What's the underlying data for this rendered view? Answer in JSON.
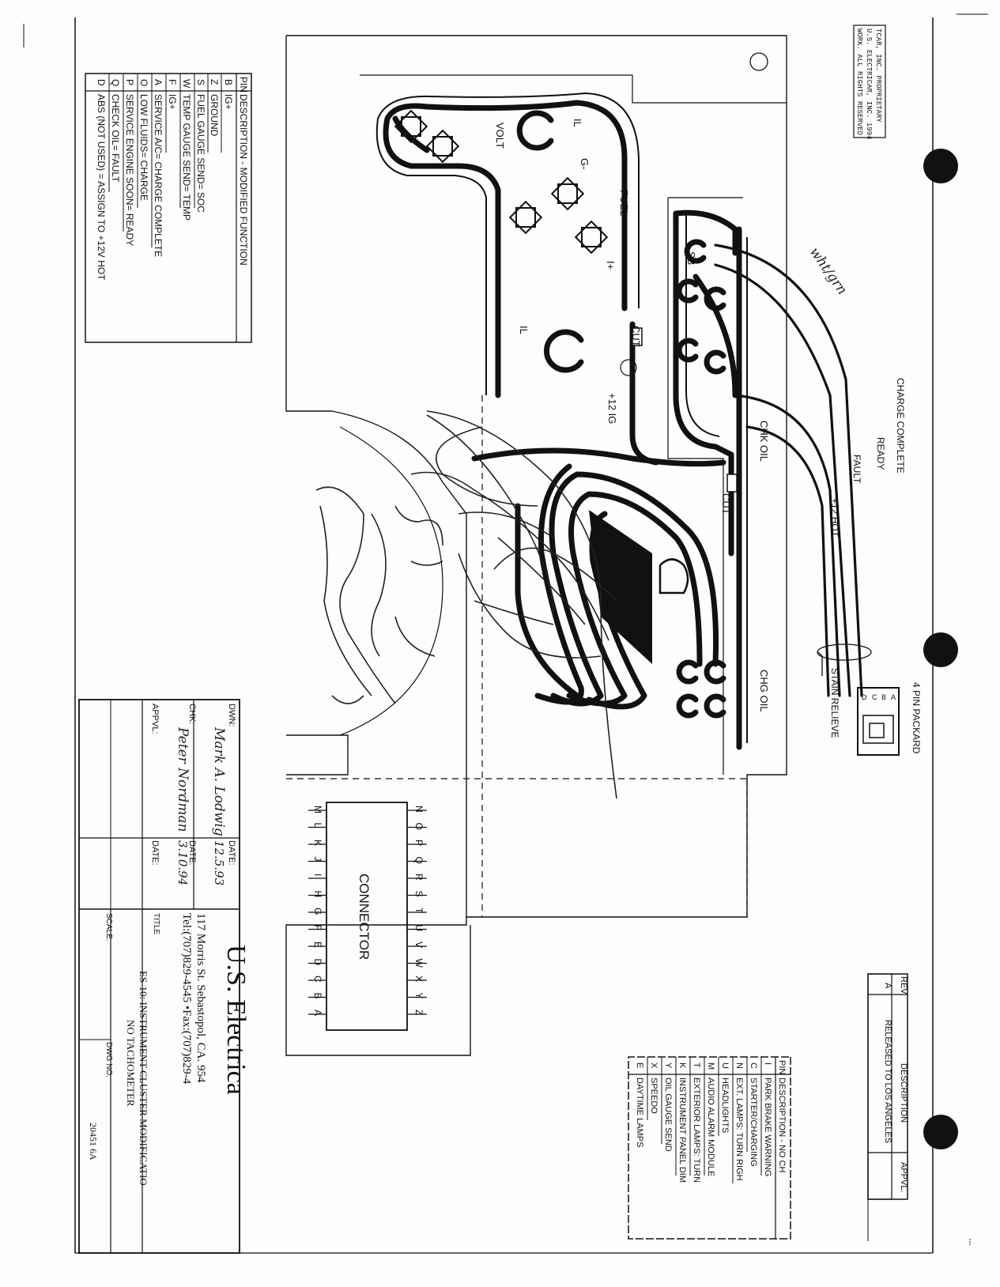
{
  "proprietary_notice": [
    "TCAR, INC. PROPRIETARY",
    "U.S. ELECTRICAR, INC. 1994",
    "WORK. ALL RIGHTS RESERVED"
  ],
  "pin_table_left": {
    "headers": [
      "PIN",
      "DESCRIPTION - MODIFIED FUNCTION"
    ],
    "rows": [
      [
        "B",
        "IG+"
      ],
      [
        "Z",
        "GROUND"
      ],
      [
        "S",
        "FUEL GAUGE SEND= SOC"
      ],
      [
        "W",
        "TEMP GAUGE SEND= TEMP"
      ],
      [
        "F",
        "IG+"
      ],
      [
        "A",
        "SERVICE A/C= CHARGE COMPLETE"
      ],
      [
        "O",
        "LOW FLUIDS= CHARGE"
      ],
      [
        "P",
        "SERVICE ENGINE SOON= READY"
      ],
      [
        "Q",
        "CHECK OIL= FAULT"
      ],
      [
        "D",
        "ABS (NOT USED) = ASSIGN TO +12V HOT"
      ]
    ]
  },
  "board_labels": {
    "il_top": "IL",
    "volt": "VOLT",
    "g_minus": "G-",
    "fuel": "FUEL",
    "i_plus": "I+",
    "il_mid": "IL",
    "cut_1": "CUT",
    "ig_12": "+12 IG",
    "sb": "SB",
    "chk_oil": "CHK OIL",
    "cut_2": "CUT",
    "chg_oil": "CHG OIL",
    "connector": "CONNECTOR"
  },
  "wire_labels": {
    "charge_complete": "CHARGE COMPLETE",
    "ready": "READY",
    "fault": "FAULT",
    "hot_12": "+12 HOT",
    "strain_relieve": "STAIN RELIEVE",
    "packard": "4 PIN PACKARD",
    "packard_pins": [
      "A",
      "B",
      "C",
      "D"
    ],
    "handwritten_note": "wht/grn"
  },
  "connector_pins": {
    "left": [
      "M",
      "L",
      "K",
      "J",
      "I",
      "H",
      "G",
      "F",
      "E",
      "D",
      "C",
      "B",
      "A"
    ],
    "right": [
      "N",
      "O",
      "P",
      "Q",
      "R",
      "S",
      "T",
      "U",
      "V",
      "W",
      "X",
      "Y",
      "Z"
    ]
  },
  "title_block": {
    "dwn_label": "DWN:",
    "dwn_name": "Mark A. Lodwig",
    "date_label": "DATE:",
    "dwn_date": "12.5.93",
    "chk_label": "CHK:",
    "chk_name": "Peter Nordman",
    "chk_date": "3.10.94",
    "appvl_label": "APPVL:",
    "company": "U.S. Electrica",
    "address": "117 Morris St. Sebastopol, CA. 954",
    "phone": "Tel:(707)829-4545 •Fax:(707)829-4",
    "title_label": "TITLE",
    "title_line1": "ES-10: INSTRUMENT CLUSTER MODIFICATIO",
    "title_line2": "NO TACHOMETER",
    "scale_label": "SCALE:",
    "dwg_label": "DWG NO.",
    "dwg_no": "20451 6A"
  },
  "revision_table": {
    "headers": [
      "REV.",
      "DESCRIPTION",
      "APPVL."
    ],
    "rows": [
      [
        "A",
        "RELEASED TO LOS ANGELES",
        ""
      ]
    ]
  },
  "pin_table_right": {
    "headers": [
      "PIN",
      "DESCRIPTION - NO CH"
    ],
    "rows": [
      [
        "I",
        "PARK BRAKE WARNING"
      ],
      [
        "C",
        "STARTER/CHARGING"
      ],
      [
        "N",
        "EXT. LAMPS: TURN RIGH"
      ],
      [
        "U",
        "HEADLIGHTS"
      ],
      [
        "M",
        "AUDIO ALARM MODULE"
      ],
      [
        "T",
        "EXTERIOR LAMPS: TURN"
      ],
      [
        "K",
        "INSTRUMENT PANEL DIM"
      ],
      [
        "Y",
        "OIL GAUGE SEND"
      ],
      [
        "X",
        "SPEEDO"
      ],
      [
        "E",
        "DAYTIME LAMPS"
      ]
    ]
  }
}
